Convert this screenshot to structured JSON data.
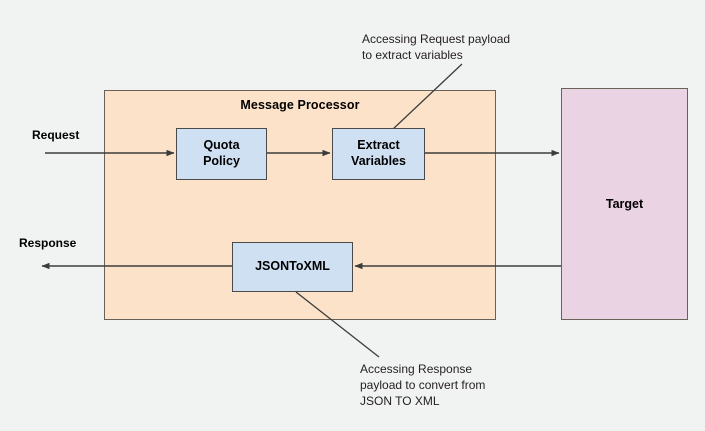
{
  "diagram": {
    "background_color": "#f1f2f2",
    "container": {
      "title": "Message Processor",
      "fill_color": "#fbe2c8"
    },
    "policies": [
      {
        "id": "quota-policy",
        "label": "Quota\nPolicy",
        "fill_color": "#cfe0f3"
      },
      {
        "id": "extract-variables",
        "label": "Extract\nVariables",
        "fill_color": "#cfe0f3"
      },
      {
        "id": "jsontoxml",
        "label": "JSONToXML",
        "fill_color": "#cfe0f3"
      }
    ],
    "target": {
      "label": "Target",
      "fill_color": "#ead3e3"
    },
    "edge_labels": {
      "request": "Request",
      "response": "Response"
    },
    "annotations": {
      "request_note": "Accessing Request payload\nto extract variables",
      "response_note": "Accessing Response\npayload to convert from\nJSON TO XML"
    }
  }
}
